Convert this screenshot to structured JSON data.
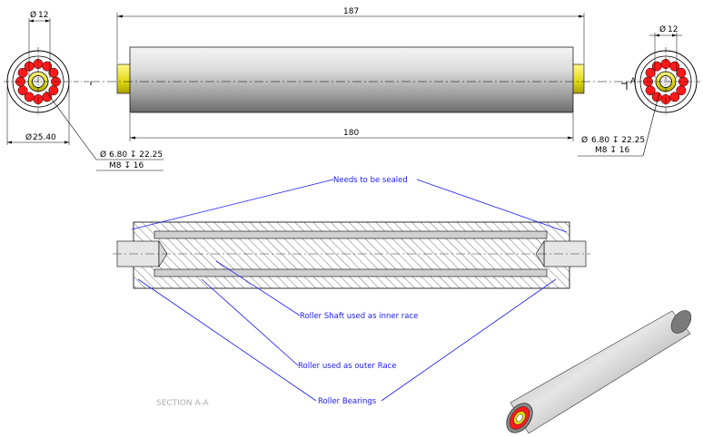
{
  "dimensions": {
    "left_bore": "12",
    "left_outer": "25.40",
    "overall_length": "187",
    "roller_length": "180",
    "right_bore": "12"
  },
  "thread_callouts": {
    "left_line1": "6.80 ↧ 22.25",
    "left_line2": "M8 ↧ 16",
    "right_line1": "6.80 ↧ 22.25",
    "right_line2": "M8 ↧ 16",
    "diameter_symbol": "Ø"
  },
  "section_marker": "A",
  "annotations": {
    "sealed": "Needs to be sealed",
    "shaft": "Roller Shaft used as inner race",
    "outer": "Roller used as outer Race",
    "bearings": "Roller Bearings"
  },
  "section_label": "SECTION A-A",
  "colors": {
    "annotation": "#1a1aff",
    "ball": "#ff1a1a",
    "shaft_end": "#e8e010",
    "roller_body": "#c8c8c8"
  }
}
